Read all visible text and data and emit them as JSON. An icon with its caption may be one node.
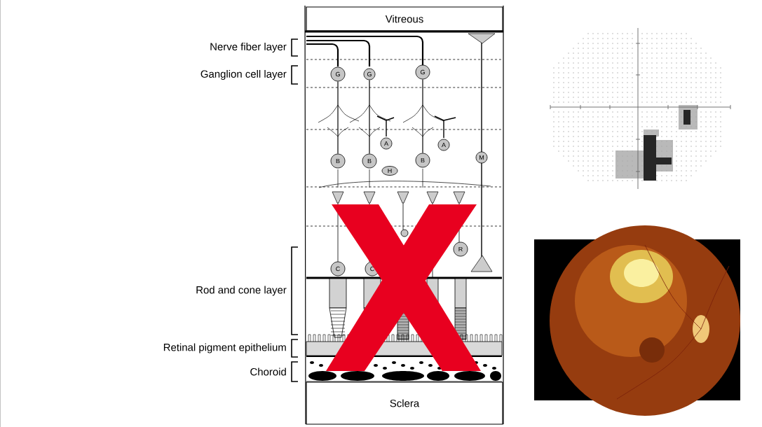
{
  "diagram": {
    "nodes": [
      {
        "text": [
          "Vitreous"
        ]
      },
      {
        "text": [
          "G"
        ]
      },
      {
        "text": [
          "G"
        ]
      },
      {
        "text": [
          "G"
        ]
      },
      {
        "text": [
          "A"
        ]
      },
      {
        "text": [
          "A"
        ]
      },
      {
        "text": [
          "M"
        ]
      },
      {
        "text": [
          "B"
        ]
      },
      {
        "text": [
          "B"
        ]
      },
      {
        "text": [
          "B"
        ]
      },
      {
        "text": [
          "H"
        ]
      },
      {
        "text": [],
        "shape": "circle"
      },
      {
        "text": [
          "R"
        ]
      },
      {
        "text": [
          "C"
        ]
      },
      {
        "text": [
          "C"
        ]
      },
      {
        "text": [
          "Sclera"
        ]
      }
    ],
    "edges": [
      {
        "from": 1,
        "to": 7,
        "arrow": "none"
      },
      {
        "from": 2,
        "to": 8,
        "arrow": "none"
      },
      {
        "from": 3,
        "to": 9,
        "arrow": "none"
      }
    ],
    "labels": [
      "Nerve fiber layer",
      "Ganglion cell layer",
      "Rod and cone layer",
      "Retinal pigment epithelium",
      "Choroid"
    ]
  }
}
